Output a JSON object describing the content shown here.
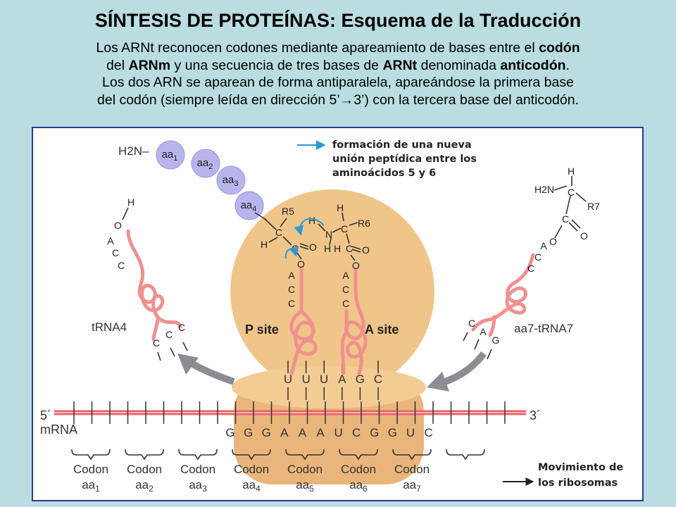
{
  "title": "SÍNTESIS DE PROTEÍNAS: Esquema de la Traducción",
  "description": {
    "l1a": "Los ARNt reconocen codones mediante apareamiento de bases entre el ",
    "l1b": "codón",
    "l2a": "del ",
    "l2b": "ARNm",
    "l2c": " y una secuencia de tres bases de ",
    "l2d": "ARNt",
    "l2e": " denominada ",
    "l2f": "anticodón",
    "l2g": ".",
    "l3": "Los dos ARN se aparean de forma antiparalela, apareándose la primera base",
    "l4a": "del codón (siempre leída en dirección 5’",
    "l4arrow": "→",
    "l4b": "3’) con la tercera base del anticodón."
  },
  "diagram": {
    "legend_peptide": [
      "formación de una nueva",
      "unión peptídica entre los",
      "aminoácidos 5 y 6"
    ],
    "legend_movement": [
      "Movimiento de",
      "los ribosomas"
    ],
    "chain_h2n": "H2N–",
    "aa_beads": [
      {
        "base": "aa",
        "sub": "1"
      },
      {
        "base": "aa",
        "sub": "2"
      },
      {
        "base": "aa",
        "sub": "3"
      },
      {
        "base": "aa",
        "sub": "4"
      }
    ],
    "p_site_label": "P site",
    "a_site_label": "A site",
    "trna4_label": "tRNA4",
    "trna7_label": "aa7-tRNA7",
    "acc": [
      "A",
      "C",
      "C"
    ],
    "trna4_anticodon": [
      "C",
      "C",
      "C"
    ],
    "trna7_anticodon": [
      "C",
      "A",
      "G"
    ],
    "anticodons_in_ribosome": [
      "U",
      "U",
      "U",
      "A",
      "G",
      "C"
    ],
    "mrna_5": "5´",
    "mrna_3": "3´",
    "mrna_label": "mRNA",
    "mrna_sequence": [
      "G",
      "G",
      "G",
      "A",
      "A",
      "A",
      "U",
      "C",
      "G",
      "G",
      "U",
      "C"
    ],
    "codons": [
      {
        "label": "Codon",
        "aa": "aa",
        "sub": "1"
      },
      {
        "label": "Codon",
        "aa": "aa",
        "sub": "2"
      },
      {
        "label": "Codon",
        "aa": "aa",
        "sub": "3"
      },
      {
        "label": "Codon",
        "aa": "aa",
        "sub": "4"
      },
      {
        "label": "Codon",
        "aa": "aa",
        "sub": "5"
      },
      {
        "label": "Codon",
        "aa": "aa",
        "sub": "6"
      },
      {
        "label": "Codon",
        "aa": "aa",
        "sub": "7"
      }
    ],
    "chem": {
      "H": "H",
      "O": "O",
      "N": "N",
      "C": "C",
      "R5": "R5",
      "R6": "R6",
      "R7": "R7",
      "H2N": "H2N"
    },
    "colors": {
      "ribosome": "#f0c58a",
      "trna": "#f0908f",
      "mrna": "#e8636a",
      "bead": "#b7b5ec",
      "blue_arrow": "#2a9ad6",
      "gray_arrow": "#8a8d91"
    }
  }
}
